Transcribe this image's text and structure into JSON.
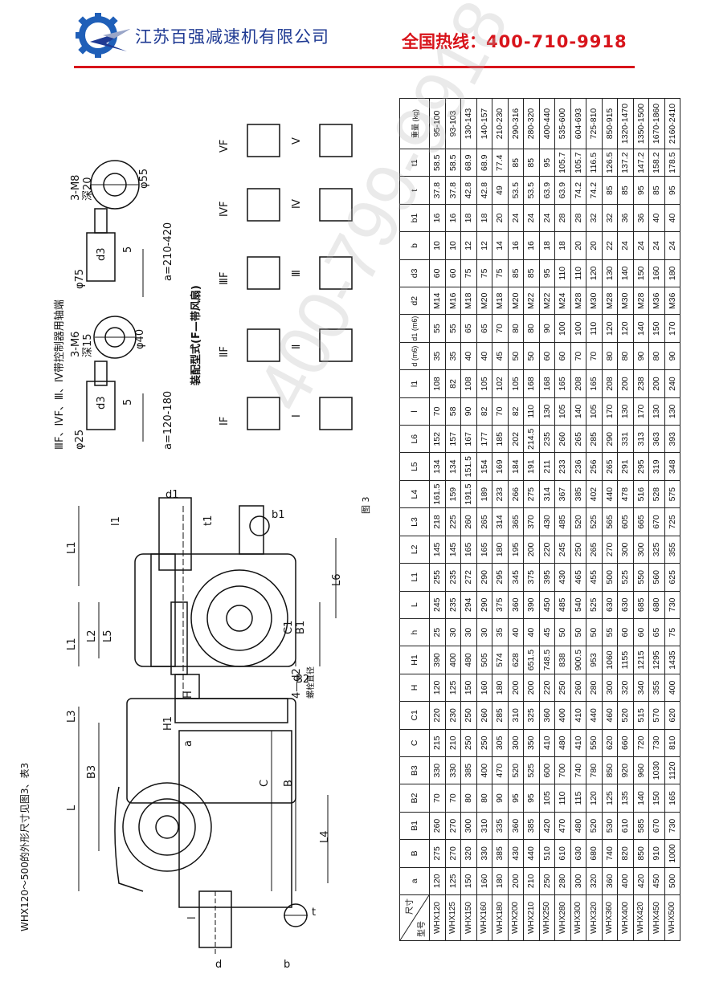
{
  "header": {
    "company": "江苏百强减速机有限公司",
    "hotline_label": "全国热线：",
    "hotline_number": "400-710-9918",
    "logo_name": "gear-logo",
    "brand_color": "#1f3a93",
    "accent_color": "#d8141b"
  },
  "caption": "WHX120～500的外形尺寸见图3、表3",
  "figure_label": "图 3",
  "drawing_labels": {
    "ctrl_title": "ⅢF、ⅣF、Ⅲ、Ⅳ带控制器用轴端",
    "a_small": "a=120-180",
    "a_large": "a=210-420",
    "m6": "3-M6",
    "deep15": "深15",
    "d40": "φ40",
    "m8": "3-M8",
    "deep20": "深20",
    "d55": "φ55",
    "d25": "φ25",
    "d75": "φ75",
    "d3": "d3",
    "five": "5",
    "assembly": "装配型式(F—带风扇)",
    "IF": "ⅠF",
    "IIF": "ⅡF",
    "IIIF": "ⅢF",
    "IVF": "ⅣF",
    "VF": "VF",
    "I": "Ⅰ",
    "II": "Ⅱ",
    "III": "Ⅲ",
    "IV": "Ⅳ",
    "V": "V",
    "L": "L",
    "L3": "L3",
    "B3": "B3",
    "C": "C",
    "B": "B",
    "L4": "L4",
    "H1": "H1",
    "a": "a",
    "H": "H",
    "bolt": "4—d2",
    "bolt_note": "螺栓直径",
    "l": "l",
    "d": "d",
    "b": "b",
    "t": "t",
    "L1": "L1",
    "L2": "L2",
    "L5": "L5",
    "B2": "B2",
    "C1": "C1",
    "B1": "B1",
    "L6": "L6",
    "d1": "d1",
    "l1": "l1",
    "t1": "t1",
    "b1": "b1"
  },
  "table": {
    "corner_top": "尺寸",
    "corner_bottom": "型号",
    "columns": [
      "a",
      "B",
      "B1",
      "B2",
      "B3",
      "C",
      "C1",
      "H",
      "H1",
      "h",
      "L",
      "L1",
      "L2",
      "L3",
      "L4",
      "L5",
      "L6",
      "l",
      "l1",
      "d (m6)",
      "d1 (m6)",
      "d2",
      "d3",
      "b",
      "b1",
      "t",
      "t1",
      "重量 (kg)"
    ],
    "rows": [
      [
        "WHX120",
        "120",
        "275",
        "260",
        "70",
        "330",
        "215",
        "220",
        "120",
        "390",
        "25",
        "245",
        "255",
        "145",
        "218",
        "161.5",
        "134",
        "152",
        "70",
        "108",
        "35",
        "55",
        "M14",
        "60",
        "10",
        "16",
        "37.8",
        "58.5",
        "95-100"
      ],
      [
        "WHX125",
        "125",
        "270",
        "270",
        "70",
        "330",
        "210",
        "230",
        "125",
        "400",
        "30",
        "235",
        "235",
        "145",
        "225",
        "159",
        "134",
        "157",
        "58",
        "82",
        "35",
        "55",
        "M16",
        "60",
        "10",
        "16",
        "37.8",
        "58.5",
        "93-103"
      ],
      [
        "WHX150",
        "150",
        "320",
        "300",
        "80",
        "385",
        "250",
        "250",
        "150",
        "480",
        "30",
        "294",
        "272",
        "165",
        "260",
        "191.5",
        "151.5",
        "167",
        "90",
        "108",
        "40",
        "65",
        "M18",
        "75",
        "12",
        "18",
        "42.8",
        "68.9",
        "130-143"
      ],
      [
        "WHX160",
        "160",
        "330",
        "310",
        "80",
        "400",
        "250",
        "260",
        "160",
        "505",
        "30",
        "290",
        "290",
        "165",
        "265",
        "189",
        "154",
        "177",
        "82",
        "105",
        "40",
        "65",
        "M20",
        "75",
        "12",
        "18",
        "42.8",
        "68.9",
        "140-157"
      ],
      [
        "WHX180",
        "180",
        "385",
        "335",
        "90",
        "470",
        "305",
        "285",
        "180",
        "574",
        "35",
        "375",
        "295",
        "180",
        "314",
        "233",
        "169",
        "185",
        "70",
        "102",
        "45",
        "70",
        "M18",
        "75",
        "14",
        "20",
        "49",
        "77.4",
        "210-230"
      ],
      [
        "WHX200",
        "200",
        "430",
        "360",
        "95",
        "520",
        "300",
        "310",
        "200",
        "628",
        "40",
        "360",
        "345",
        "195",
        "365",
        "266",
        "184",
        "202",
        "82",
        "105",
        "50",
        "80",
        "M20",
        "85",
        "16",
        "24",
        "53.5",
        "85",
        "290-316"
      ],
      [
        "WHX210",
        "210",
        "440",
        "385",
        "95",
        "525",
        "350",
        "325",
        "200",
        "651.5",
        "40",
        "390",
        "375",
        "200",
        "370",
        "275",
        "191",
        "214.5",
        "110",
        "168",
        "50",
        "80",
        "M22",
        "85",
        "16",
        "24",
        "53.5",
        "85",
        "280-320"
      ],
      [
        "WHX250",
        "250",
        "510",
        "420",
        "105",
        "600",
        "410",
        "360",
        "220",
        "748.5",
        "45",
        "450",
        "395",
        "220",
        "430",
        "314",
        "211",
        "235",
        "130",
        "168",
        "60",
        "90",
        "M22",
        "95",
        "18",
        "24",
        "63.9",
        "95",
        "400-440"
      ],
      [
        "WHX280",
        "280",
        "610",
        "470",
        "110",
        "700",
        "480",
        "400",
        "250",
        "838",
        "50",
        "485",
        "430",
        "245",
        "485",
        "367",
        "233",
        "260",
        "105",
        "165",
        "60",
        "100",
        "M24",
        "110",
        "18",
        "28",
        "63.9",
        "105.7",
        "535-600"
      ],
      [
        "WHX300",
        "300",
        "630",
        "480",
        "115",
        "740",
        "410",
        "410",
        "260",
        "900.5",
        "50",
        "540",
        "465",
        "250",
        "520",
        "385",
        "236",
        "265",
        "140",
        "208",
        "70",
        "100",
        "M28",
        "110",
        "20",
        "28",
        "74.2",
        "105.7",
        "604-693"
      ],
      [
        "WHX320",
        "320",
        "680",
        "520",
        "120",
        "780",
        "550",
        "440",
        "280",
        "953",
        "50",
        "525",
        "455",
        "265",
        "525",
        "402",
        "256",
        "285",
        "105",
        "165",
        "70",
        "110",
        "M30",
        "120",
        "20",
        "32",
        "74.2",
        "116.5",
        "725-810"
      ],
      [
        "WHX360",
        "360",
        "740",
        "530",
        "125",
        "850",
        "620",
        "460",
        "300",
        "1060",
        "55",
        "630",
        "500",
        "270",
        "565",
        "440",
        "265",
        "290",
        "170",
        "208",
        "80",
        "120",
        "M28",
        "130",
        "22",
        "32",
        "85",
        "126.5",
        "850-915"
      ],
      [
        "WHX400",
        "400",
        "820",
        "610",
        "135",
        "920",
        "660",
        "520",
        "320",
        "1155",
        "60",
        "630",
        "525",
        "300",
        "605",
        "478",
        "291",
        "331",
        "130",
        "200",
        "80",
        "120",
        "M30",
        "140",
        "24",
        "36",
        "85",
        "137.2",
        "1320-1470"
      ],
      [
        "WHX420",
        "420",
        "850",
        "585",
        "140",
        "960",
        "720",
        "515",
        "340",
        "1215",
        "60",
        "685",
        "550",
        "300",
        "665",
        "516",
        "295",
        "313",
        "170",
        "238",
        "90",
        "140",
        "M28",
        "150",
        "24",
        "36",
        "95",
        "147.2",
        "1350-1500"
      ],
      [
        "WHX450",
        "450",
        "910",
        "670",
        "150",
        "1030",
        "730",
        "570",
        "355",
        "1295",
        "65",
        "680",
        "560",
        "325",
        "670",
        "528",
        "319",
        "363",
        "130",
        "200",
        "80",
        "150",
        "M36",
        "160",
        "24",
        "40",
        "85",
        "158.2",
        "1670-1860"
      ],
      [
        "WHX500",
        "500",
        "1000",
        "730",
        "165",
        "1120",
        "810",
        "620",
        "400",
        "1435",
        "75",
        "730",
        "625",
        "355",
        "725",
        "575",
        "348",
        "393",
        "130",
        "240",
        "90",
        "170",
        "M36",
        "180",
        "24",
        "40",
        "95",
        "178.5",
        "2160-2410"
      ]
    ]
  },
  "watermark": "400-799-9918"
}
